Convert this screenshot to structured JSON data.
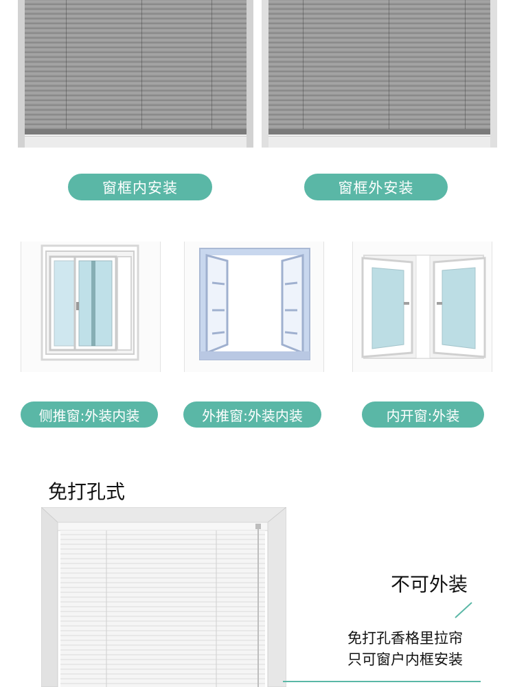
{
  "top_section": {
    "install_inside_label": "窗框内安装",
    "install_outside_label": "窗框外安装"
  },
  "window_types": {
    "sliding_label": "侧推窗:外装内装",
    "outward_label": "外推窗:外装内装",
    "inward_label": "内开窗:外装"
  },
  "no_drill": {
    "heading": "免打孔式",
    "not_outside": "不可外装",
    "desc_line1": "免打孔香格里拉帘",
    "desc_line2": "只可窗户内框安装"
  },
  "colors": {
    "accent": "#5ab7a6",
    "text": "#111111"
  }
}
